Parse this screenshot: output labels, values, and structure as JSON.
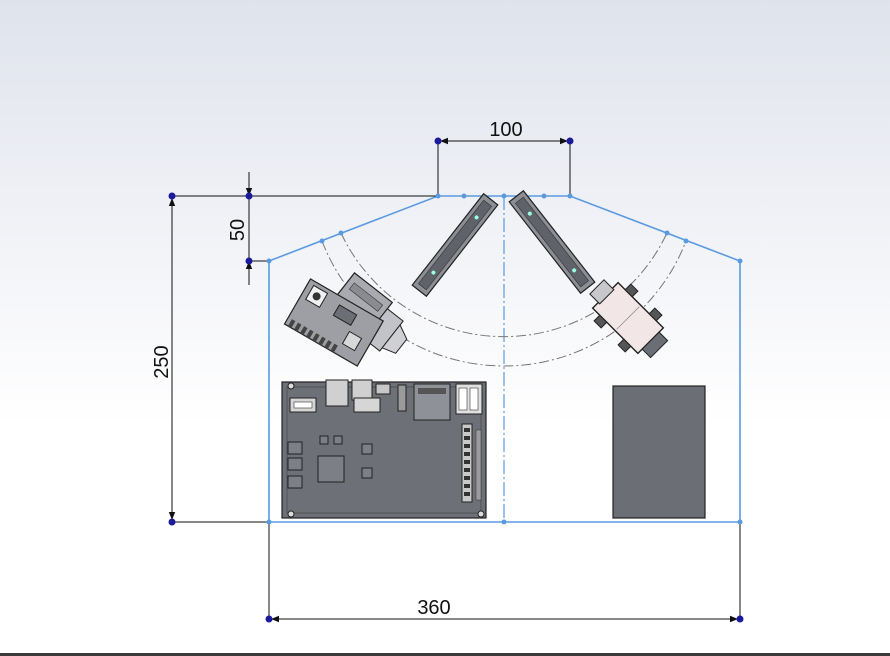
{
  "dimensions": {
    "top_width": "100",
    "left_offset": "50",
    "height": "250",
    "base_width": "360"
  },
  "colors": {
    "sketch_line": "#5a9ae0",
    "sketch_point": "#1a1a9a",
    "dimension_line": "#111111",
    "board_fill": "#6b6e75",
    "component_fill": "#8a8a8a"
  }
}
